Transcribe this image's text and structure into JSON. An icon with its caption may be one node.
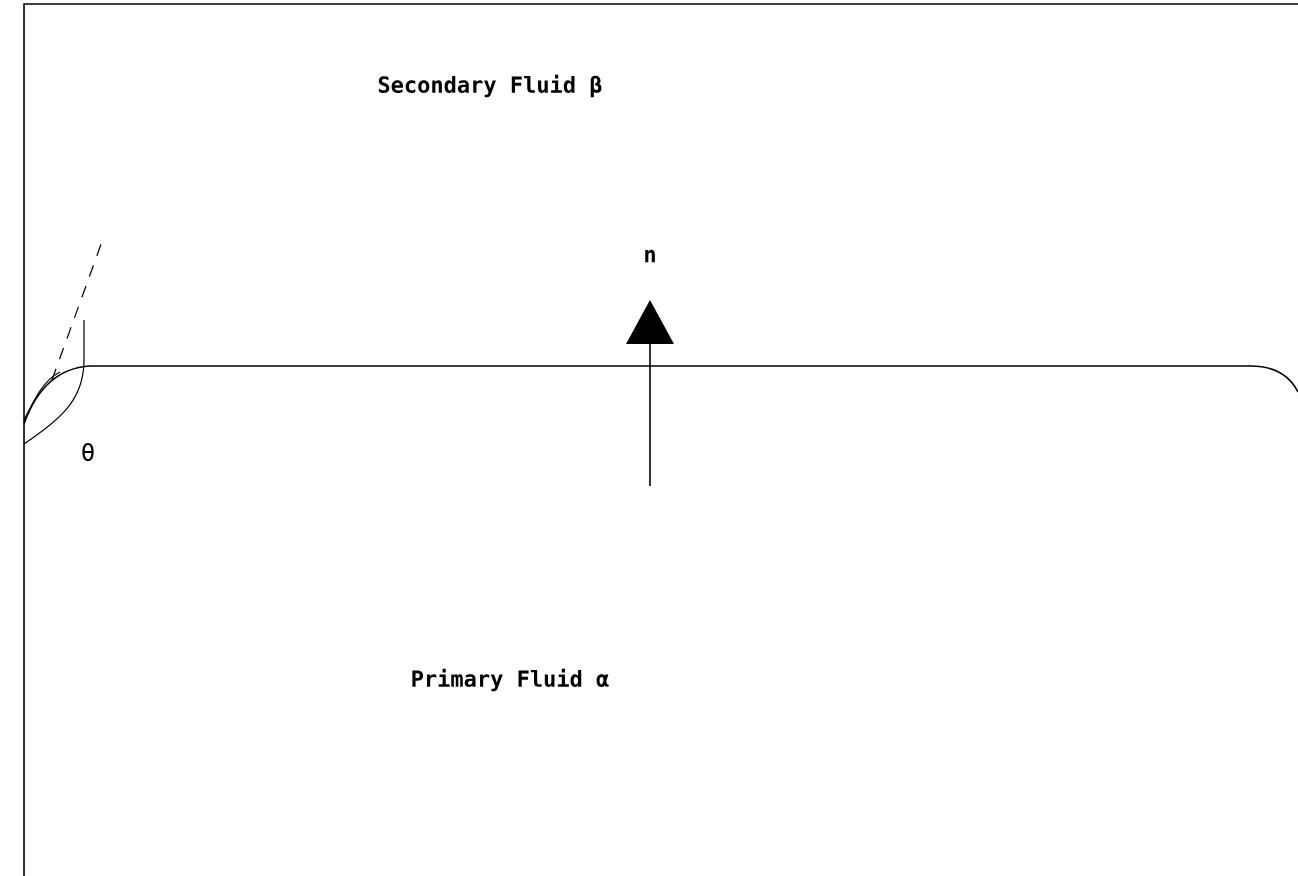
{
  "diagram": {
    "labels": [
      "Secondary Fluid β",
      "n",
      "θ",
      "Primary Fluid α"
    ]
  }
}
